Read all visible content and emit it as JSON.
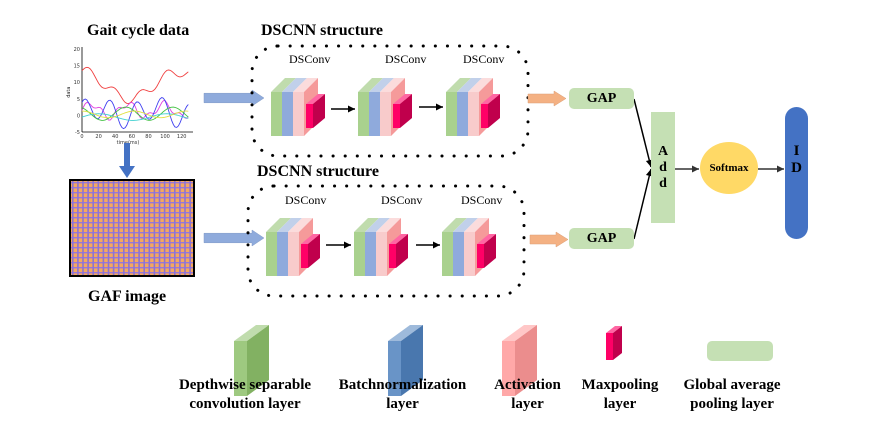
{
  "diagram": {
    "input": {
      "gait_title": "Gait cycle data",
      "gaf_title": "GAF image",
      "gait_plot": {
        "xlabel": "time(ms)",
        "ylabel": "data",
        "x_ticks": [
          "0",
          "20",
          "40",
          "60",
          "80",
          "100",
          "120"
        ],
        "y_ticks": [
          "20",
          "15",
          "10",
          "5",
          "0",
          "-5"
        ],
        "series_colors": [
          "#f04040",
          "#e040e0",
          "#4040f0",
          "#40c040",
          "#40d0d0",
          "#e0e040"
        ]
      }
    },
    "branches": [
      {
        "title": "DSCNN structure",
        "blocks": [
          {
            "label": "DSConv"
          },
          {
            "label": "DSConv"
          },
          {
            "label": "DSConv"
          }
        ],
        "gap_label": "GAP"
      },
      {
        "title": "DSCNN structure",
        "blocks": [
          {
            "label": "DSConv"
          },
          {
            "label": "DSConv"
          },
          {
            "label": "DSConv"
          }
        ],
        "gap_label": "GAP"
      }
    ],
    "add_label": [
      "A",
      "d",
      "d"
    ],
    "softmax_label": "Softmax",
    "output_label": [
      "I",
      "D"
    ],
    "colors": {
      "depthwise": "#8dc06a",
      "batchnorm": "#8fa9d8",
      "activation": "#f8c0c0",
      "maxpool": "#e0005a",
      "gap": "#c5e0b4",
      "softmax": "#ffd966",
      "id_bar": "#4472c4",
      "input_arrow": "#8fabdc",
      "gap_arrow": "#f4b183"
    }
  },
  "legend": [
    {
      "name": "depthwise",
      "line1": "Depthwise separable",
      "line2": "convolution layer"
    },
    {
      "name": "batchnorm",
      "line1": "Batchnormalization",
      "line2": "layer"
    },
    {
      "name": "activation",
      "line1": "Activation",
      "line2": "layer"
    },
    {
      "name": "maxpool",
      "line1": "Maxpooling",
      "line2": "layer"
    },
    {
      "name": "gap",
      "line1": "Global average",
      "line2": "pooling layer"
    }
  ]
}
